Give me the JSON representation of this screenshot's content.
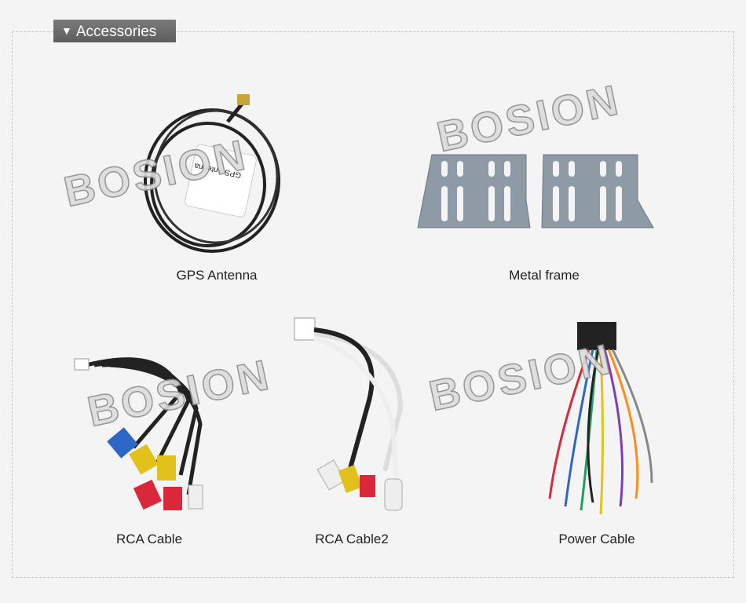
{
  "section": {
    "title": "Accessories",
    "icon": "triangle-down-icon"
  },
  "watermark": "BOSION",
  "items": [
    {
      "label": "GPS Antenna",
      "sticker": "GPS Antenna"
    },
    {
      "label": "Metal frame"
    },
    {
      "label": "RCA Cable"
    },
    {
      "label": "RCA Cable2"
    },
    {
      "label": "Power Cable"
    }
  ]
}
